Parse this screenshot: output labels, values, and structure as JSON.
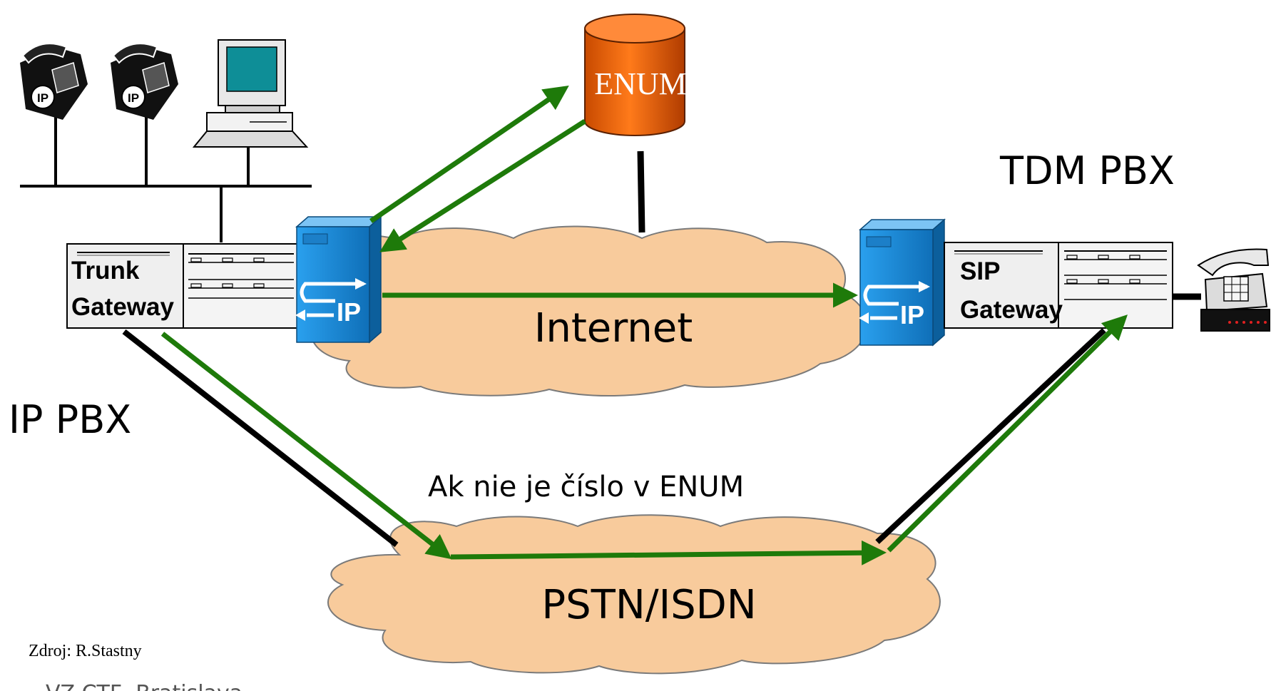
{
  "labels": {
    "enum": "ENUM",
    "tdm_pbx": "TDM PBX",
    "ip_pbx": "IP PBX",
    "internet": "Internet",
    "pstn": "PSTN/ISDN",
    "not_in_enum": "Ak nie je číslo v  ENUM",
    "trunk_gateway_line1": "Trunk",
    "trunk_gateway_line2": "Gateway",
    "sip_gateway_line1": "SIP",
    "sip_gateway_line2": "Gateway",
    "sip_logo": "IP",
    "ip_phone_badge": "IP",
    "source": "Zdroj: R.Stastny",
    "footer": "VZ CTF, Bratislava"
  },
  "colors": {
    "flow_arrow": "#1e7a0a",
    "link_line": "#000000",
    "cloud_fill": "#f8cb9c",
    "cloud_stroke": "#7a7a7a",
    "enum_fill": "#f06a10",
    "sip_server": "#1689d6"
  }
}
